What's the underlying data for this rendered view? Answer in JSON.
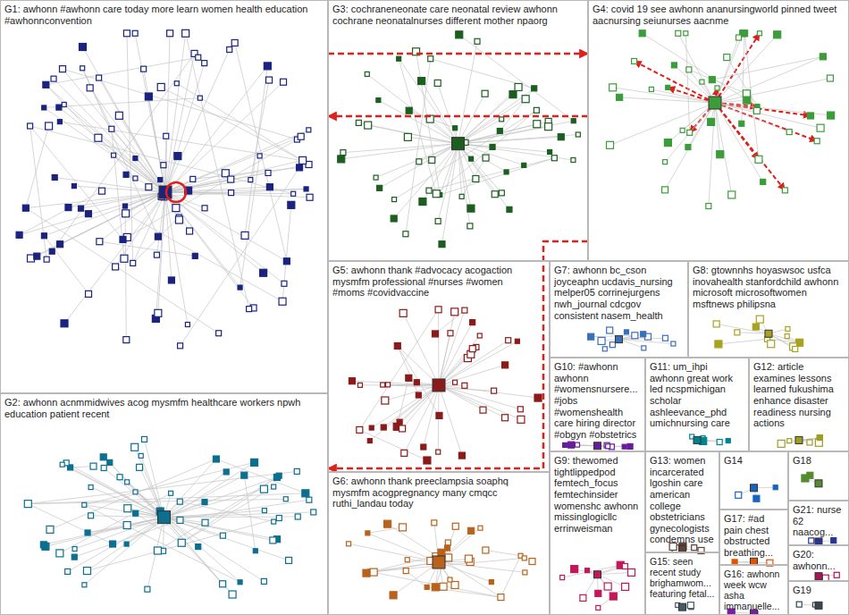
{
  "diagram": {
    "nodes": [
      {
        "text": [
          "G1: awhonn #awhonn care today more learn women health education #awhonnconvention"
        ]
      },
      {
        "text": [
          "G2: awhonn acnmmidwives acog mysmfm healthcare workers npwh education patient recent"
        ]
      },
      {
        "text": [
          "G3: cochraneneonate care neonatal review awhonn cochrane neonatalnurses different mother npaorg"
        ]
      },
      {
        "text": [
          "G4: covid 19 see awhonn ananursingworld pinned tweet aacnursing seiunurses aacnme"
        ]
      },
      {
        "text": [
          "G5: awhonn thank #advocacy acogaction mysmfm professional #nurses #women #moms #covidvaccine"
        ]
      },
      {
        "text": [
          "G6: awhonn thank preeclampsia soaphq mysmfm acogpregnancy many cmqcc ruthi_landau today"
        ]
      },
      {
        "text": [
          "G7: awhonn bc_cson joyceaphn ucdavis_nursing melper05 corrinejurgens nwh_journal cdcgov consistent nasem_health"
        ]
      },
      {
        "text": [
          "G8: gtownnhs hoyaswsoc usfca inovahealth stanfordchild awhonn microsoft microsoftwomen msftnews philipsna"
        ]
      },
      {
        "text": [
          "G9: thewomed tightlippedpod femtech_focus femtechinsider womenshc awhonn missinglogicllc errinweisman"
        ]
      },
      {
        "text": [
          "G10: #awhonn awhonn #womensnursere... #jobs #womenshealth care hiring director #obgyn #obstetrics"
        ]
      },
      {
        "text": [
          "G11: um_ihpi awhonn great work led ncspmichigan scholar ashleevance_phd umichnursing care"
        ]
      },
      {
        "text": [
          "G12: article examines lessons learned fukushima enhance disaster readiness nursing actions"
        ]
      },
      {
        "text": [
          "G13: women incarcerated lgoshin care american college obstetricians gynecologists condemns use"
        ]
      },
      {
        "text": [
          "G14"
        ]
      },
      {
        "text": [
          "G15: seen recent study brighamwom... featuring fetal..."
        ]
      },
      {
        "text": [
          "G16: awhonn week wcw asha immanuelle..."
        ]
      },
      {
        "text": [
          "G17: #ad pain chest obstructed breathing..."
        ]
      },
      {
        "text": [
          "G18"
        ]
      },
      {
        "text": [
          "G19"
        ]
      },
      {
        "text": [
          "G20: awhonn..."
        ]
      },
      {
        "text": [
          "G21: nurse 62 naacog..."
        ]
      }
    ],
    "edges": [
      {
        "from": 3,
        "to": 0,
        "arrow": "to"
      },
      {
        "from": 0,
        "to": 3,
        "arrow": "to"
      },
      {
        "from": 3,
        "to": 1,
        "arrow": "to"
      }
    ]
  }
}
